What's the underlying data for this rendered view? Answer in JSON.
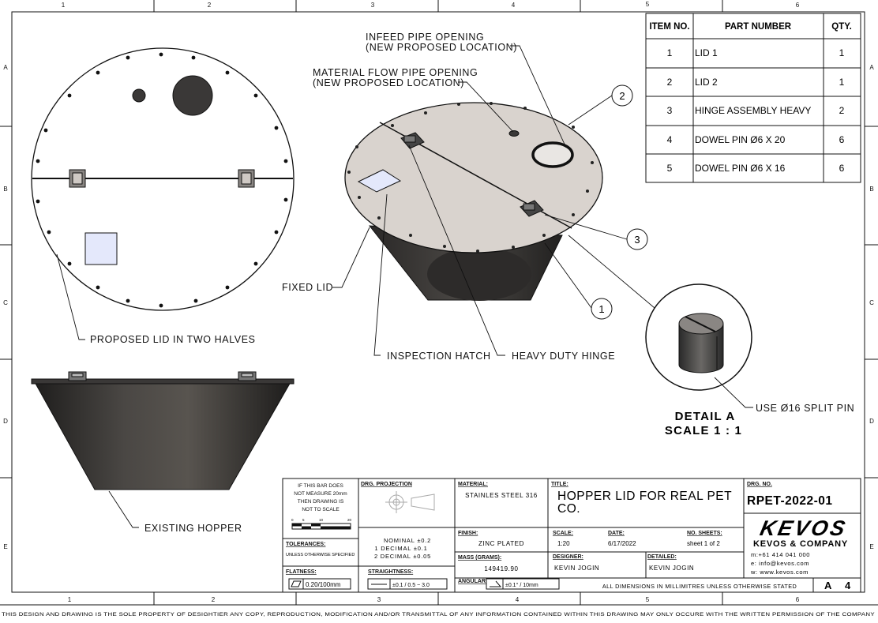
{
  "border": {
    "cols_top": [
      "1",
      "2",
      "3",
      "4",
      "5",
      "6"
    ],
    "cols_bottom": [
      "1",
      "2",
      "3",
      "4",
      "5",
      "6"
    ],
    "rows": [
      "A",
      "B",
      "C",
      "D",
      "E"
    ]
  },
  "bom": {
    "headers": [
      "ITEM NO.",
      "PART NUMBER",
      "QTY."
    ],
    "rows": [
      {
        "item": "1",
        "part": "LID 1",
        "qty": "1"
      },
      {
        "item": "2",
        "part": "LID 2",
        "qty": "1"
      },
      {
        "item": "3",
        "part": "HINGE ASSEMBLY HEAVY",
        "qty": "2"
      },
      {
        "item": "4",
        "part": "DOWEL PIN Ø6 X 20",
        "qty": "6"
      },
      {
        "item": "5",
        "part": "DOWEL PIN Ø6 X 16",
        "qty": "6"
      }
    ]
  },
  "callouts": {
    "infeed_1": "INFEED PIPE OPENING",
    "infeed_2": "(NEW PROPOSED LOCATION)",
    "material_1": "MATERIAL FLOW PIPE OPENING",
    "material_2": "(NEW PROPOSED LOCATION)",
    "fixed_lid": "FIXED LID",
    "proposed_lid": "PROPOSED LID IN TWO HALVES",
    "inspection_hatch": "INSPECTION HATCH",
    "heavy_duty_hinge": "HEAVY DUTY HINGE",
    "split_pin": "USE  Ø16 SPLIT PIN",
    "existing_hopper": "EXISTING HOPPER",
    "balloon_1": "1",
    "balloon_2": "2",
    "balloon_3": "3"
  },
  "detail": {
    "title": "DETAIL A",
    "scale": "SCALE 1 : 1"
  },
  "title_block": {
    "bar_note": [
      "IF THIS BAR DOES",
      "NOT MEASURE 20mm",
      "THEN DRAWING IS",
      "NOT TO SCALE"
    ],
    "bar_ticks": [
      "0",
      "5",
      "10",
      "20"
    ],
    "drg_projection_label": "DRG. PROJECTION",
    "tolerances_label": "TOLERANCES:",
    "tolerances_value": "UNLESS OTHERWISE SPECIFIED",
    "nominal": [
      "NOMINAL ±0.2",
      "1 DECIMAL ±0.1",
      "2 DECIMAL ±0.05"
    ],
    "flatness_label": "FLATNESS:",
    "flatness_value": "0.20/100mm",
    "straightness_label": "STRAIGHTNESS:",
    "straightness_value": "±0.1 / 0.5 ~ 3.0",
    "material_label": "MATERIAL:",
    "material_value": "STAINLES STEEL 316",
    "finish_label": "FINISH:",
    "finish_value": "ZINC PLATED",
    "mass_label": "MASS (GRAMS):",
    "mass_value": "149419.90",
    "angular_label": "ANGULAR:",
    "angular_value": "±0.1° / 10mm",
    "title_label": "TITLE:",
    "title_line1": "HOPPER LID FOR REAL PET",
    "title_line2": "CO.",
    "scale_label": "SCALE:",
    "scale_value": "1:20",
    "date_label": "DATE:",
    "date_value": "6/17/2022",
    "sheets_label": "NO. SHEETS:",
    "sheets_value": "sheet 1 of 2",
    "designer_label": "DESIGNER:",
    "designer_value": "KEVIN JOGIN",
    "detailer_label": "DETAILED:",
    "detailer_value": "KEVIN JOGIN",
    "dims_note": "ALL DIMENSIONS IN MILLIMITRES UNLESS OTHERWISE STATED",
    "size": "A",
    "rev": "4",
    "drg_no_label": "DRG. NO.",
    "drg_no": "RPET-2022-01",
    "logo": "KEVOS",
    "company": "KEVOS & COMPANY",
    "phone": "m:+61 414 041 000",
    "email": "e: info@kevos.com",
    "web": "w: www.kevos.com"
  },
  "copyright": "THIS DESIGN AND DRAWING IS THE SOLE PROPERTY OF DESIGHTIER ANY COPY, REPRODUCTION, MODIFICATION AND/OR TRANSMITTAL OF ANY INFORMATION CONTAINED WITHIN THIS DRAWING MAY ONLY OCCURE WITH THE WRITTEN PERMISSION OF THE COMPANY",
  "colors": {
    "lid_gray": "#d9d3ce",
    "hopper_dark": "#3c3a38",
    "hatch_blue": "#e4e8fb"
  }
}
